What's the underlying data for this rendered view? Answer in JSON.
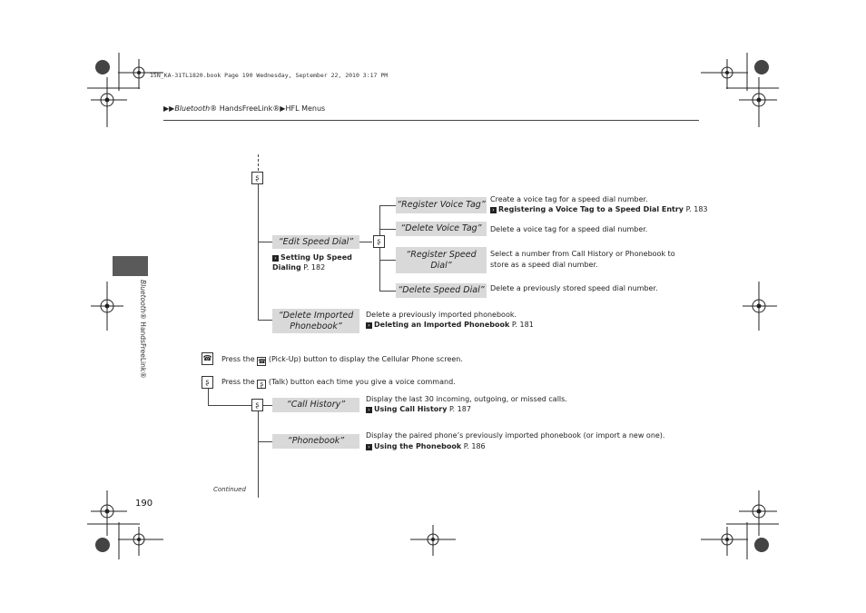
{
  "header": {
    "file_info": "15N_KA-31TL1820.book  Page 190  Wednesday, September 22, 2010  3:17 PM"
  },
  "breadcrumb": {
    "arrows": "▶▶",
    "part1": "Bluetooth",
    "part2": "® HandsFreeLink®",
    "arrow2": "▶",
    "part3": "HFL Menus"
  },
  "side_tab": {
    "italic": "Bluetooth",
    "rest": "® HandsFreeLink®"
  },
  "tree": {
    "talk_icon": "ꝼ☰",
    "edit_speed_dial": {
      "label": "“Edit Speed Dial”",
      "xref_title": "Setting Up Speed",
      "xref_title2": "Dialing",
      "xref_page": " P. 182"
    },
    "register_voice_tag": {
      "label": "“Register Voice Tag”",
      "desc": "Create a voice tag for a speed dial number.",
      "xref_title": "Registering a Voice Tag to a Speed Dial Entry",
      "xref_page": " P. 183"
    },
    "delete_voice_tag": {
      "label": "“Delete Voice Tag”",
      "desc": "Delete a voice tag for a speed dial number."
    },
    "register_speed_dial": {
      "label1": "“Register Speed",
      "label2": "Dial”",
      "desc1": "Select a number from Call History or Phonebook to",
      "desc2": "store as a speed dial number."
    },
    "delete_speed_dial": {
      "label": "“Delete Speed Dial”",
      "desc": "Delete a previously stored speed dial number."
    },
    "delete_imported_phonebook": {
      "label1": "“Delete Imported",
      "label2": "Phonebook”",
      "desc": "Delete a previously imported phonebook.",
      "xref_title": "Deleting an Imported Phonebook",
      "xref_page": " P. 181"
    }
  },
  "pickup_note": {
    "pre": "Press the",
    "post": "(Pick-Up) button to display the Cellular Phone screen."
  },
  "talk_note": {
    "pre": "Press the",
    "post": "(Talk) button each time you give a voice command."
  },
  "call_history": {
    "label": "“Call History”",
    "desc": "Display the last 30 incoming, outgoing, or missed calls.",
    "xref_title": "Using Call History",
    "xref_page": " P. 187"
  },
  "phonebook": {
    "label": "“Phonebook”",
    "desc": "Display the paired phone’s previously imported phonebook (or import a new one).",
    "xref_title": "Using the Phonebook",
    "xref_page": " P. 186"
  },
  "continued": "Continued",
  "page_number": "190"
}
